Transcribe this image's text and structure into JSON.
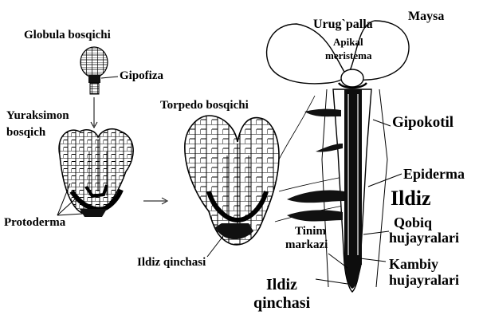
{
  "labels": {
    "globula": "Globula bosqichi",
    "gipofiza": "Gipofiza",
    "yuraksimon_1": "Yuraksimon",
    "yuraksimon_2": "bosqich",
    "protoderma": "Protoderma",
    "torpedo": "Torpedo bosqichi",
    "ildiz_qinchasi_small": "Ildiz qinchasi",
    "urug_palla": "Urug`palla",
    "maysa": "Maysa",
    "apikal_1": "Apikal",
    "apikal_2": "meristema",
    "gipokotil": "Gipokotil",
    "epiderma": "Epiderma",
    "ildiz": "Ildiz",
    "qobiq_1": "Qobiq",
    "qobiq_2": "hujayralari",
    "tinim_1": "Tinim",
    "tinim_2": "markazi",
    "kambiy_1": "Kambiy",
    "kambiy_2": "hujayralari",
    "ildiz_qinchasi_big_1": "Ildiz",
    "ildiz_qinchasi_big_2": "qinchasi"
  }
}
